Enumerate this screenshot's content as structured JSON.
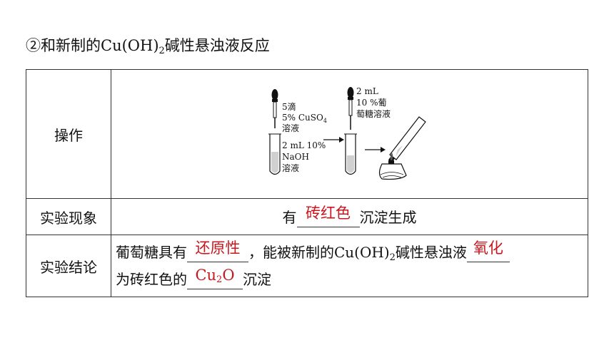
{
  "heading": {
    "prefix": "②和新制的Cu(OH)",
    "sub": "2",
    "suffix": "碱性悬浊液反应"
  },
  "table": {
    "row_operation": {
      "label": "操作",
      "figure": {
        "dropper1_lines": [
          "5滴",
          "5% CuSO",
          "溶液"
        ],
        "dropper1_sub": "4",
        "tube1_lines": [
          "2 mL 10%",
          "NaOH",
          "溶液"
        ],
        "dropper2_lines": [
          "2 mL",
          "10 %葡",
          "萄糖溶液"
        ]
      }
    },
    "row_phenomenon": {
      "label": "实验现象",
      "before": "有",
      "answer": "砖红色",
      "after": "沉淀生成"
    },
    "row_conclusion": {
      "label": "实验结论",
      "line1_a": "葡萄糖具有",
      "answer1": "还原性",
      "line1_b": "，能被新制的Cu(OH)",
      "line1_sub": "2",
      "line1_c": "碱性悬浊液",
      "answer2": "氧化",
      "line2_a": "为砖红色的",
      "answer3_main": "Cu",
      "answer3_sub": "2",
      "answer3_tail": "O",
      "line2_b": "沉淀"
    }
  }
}
